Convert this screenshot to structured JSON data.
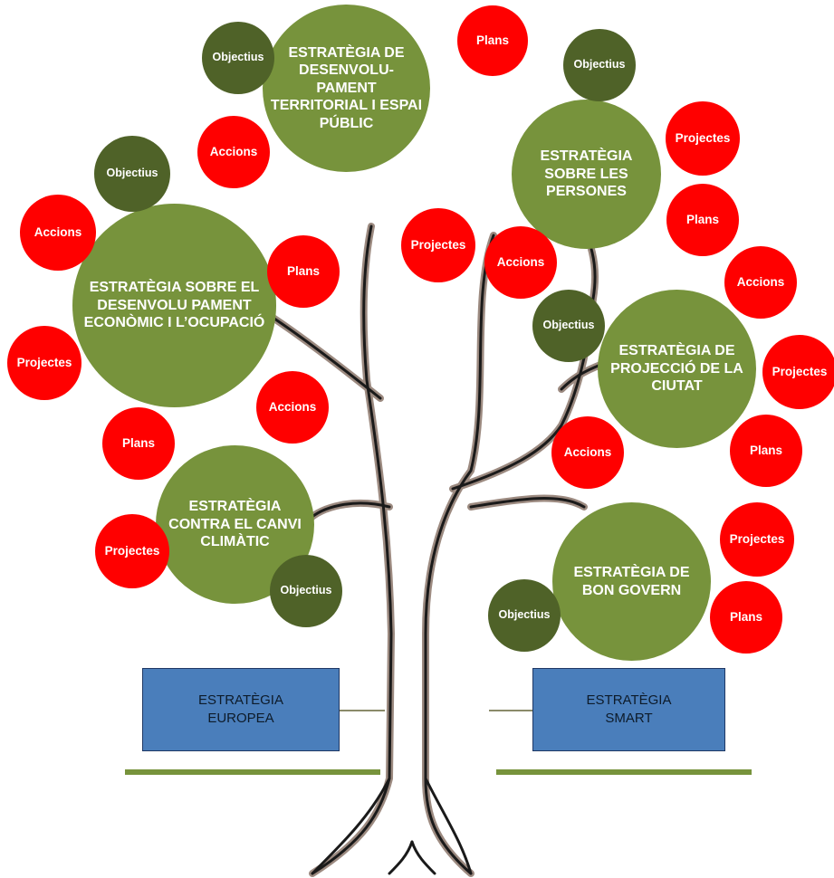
{
  "strategies": {
    "territorial": "ESTRATÈGIA DE DESENVOLU- PAMENT TERRITORIAL I ESPAI PÚBLIC",
    "persones": "ESTRATÈGIA SOBRE LES PERSONES",
    "economic": "ESTRATÈGIA SOBRE EL DESENVOLU PAMENT ECONÒMIC I L’OCUPACIÓ",
    "projeccio": "ESTRATÈGIA DE PROJECCIÓ DE LA CIUTAT",
    "canvi_climatic": "ESTRATÈGIA CONTRA EL CANVI CLIMÀTIC",
    "bon_govern": "ESTRATÈGIA DE BON GOVERN"
  },
  "labels": {
    "objectius": "Objectius",
    "accions": "Accions",
    "plans": "Plans",
    "projectes": "Projectes"
  },
  "boxes": {
    "europea": "ESTRATÈGIA EUROPEA",
    "smart": "ESTRATÈGIA SMART"
  },
  "colors": {
    "strategy": "#77933c",
    "objectius": "#4f6228",
    "red_items": "#ff0000",
    "box_fill": "#4a7ebb",
    "ground": "#77933c",
    "trunk_outline": "#9c8a80"
  }
}
